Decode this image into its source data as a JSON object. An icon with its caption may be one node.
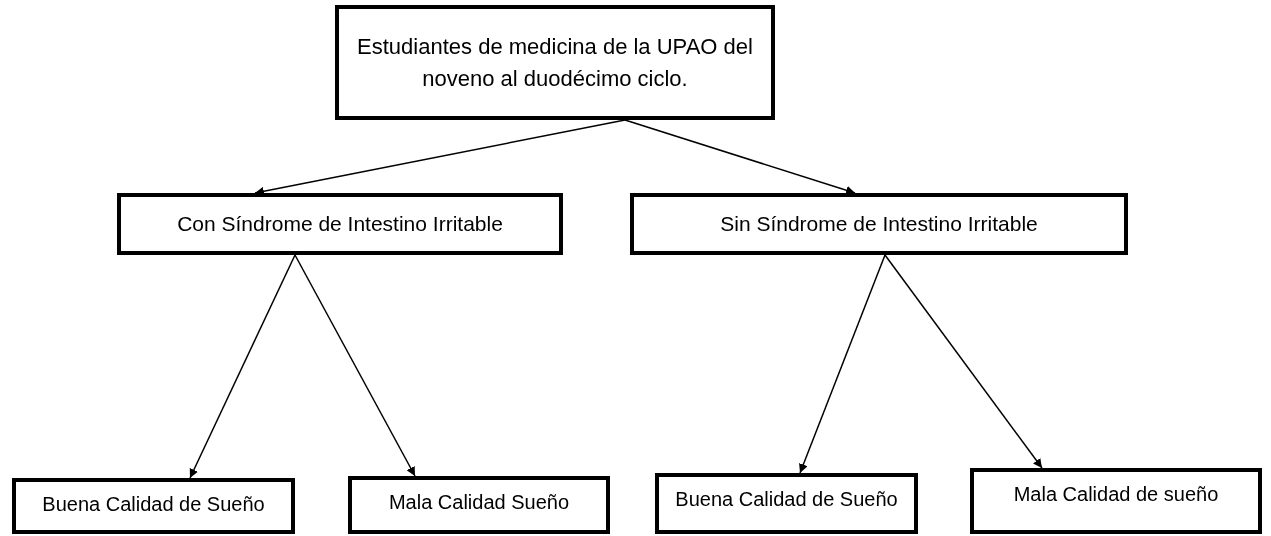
{
  "diagram": {
    "nodes": [
      {
        "text": [
          "Estudiantes de medicina de la UPAO del noveno al duodécimo ciclo."
        ]
      },
      {
        "text": [
          "Con Síndrome de Intestino Irritable"
        ]
      },
      {
        "text": [
          "Sin Síndrome de Intestino Irritable"
        ]
      },
      {
        "text": [
          "Buena Calidad de Sueño"
        ]
      },
      {
        "text": [
          "Mala Calidad Sueño"
        ]
      },
      {
        "text": [
          "Buena Calidad de Sueño"
        ]
      },
      {
        "text": [
          "Mala Calidad de sueño"
        ]
      }
    ],
    "edges": [
      {
        "from": 0,
        "to": 1,
        "arrow": "to"
      },
      {
        "from": 0,
        "to": 2,
        "arrow": "to"
      },
      {
        "from": 1,
        "to": 3,
        "arrow": "to"
      },
      {
        "from": 1,
        "to": 4,
        "arrow": "to"
      },
      {
        "from": 2,
        "to": 5,
        "arrow": "to"
      },
      {
        "from": 2,
        "to": 6,
        "arrow": "to"
      }
    ]
  }
}
